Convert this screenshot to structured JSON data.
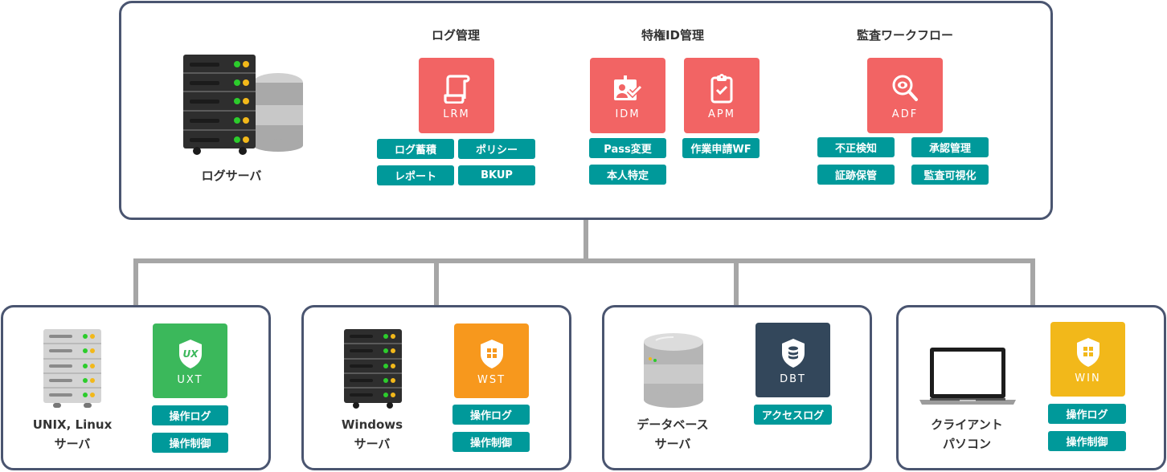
{
  "colors": {
    "border": "#4a5570",
    "connector": "#a6a6a6",
    "tag": "#00999a",
    "coral": "#f26464",
    "green": "#3bb85b",
    "orange": "#f7981d",
    "navy": "#33475b",
    "yellow": "#f2b81a"
  },
  "top": {
    "server_label": "ログサーバ",
    "groups": [
      {
        "title": "ログ管理",
        "products": [
          {
            "code": "LRM",
            "icon": "scroll-icon",
            "tags": [
              "ログ蓄積",
              "ポリシー",
              "レポート",
              "BKUP"
            ]
          }
        ]
      },
      {
        "title": "特権ID管理",
        "products": [
          {
            "code": "IDM",
            "icon": "id-card-check-icon",
            "tags": [
              "Pass変更",
              "本人特定"
            ]
          },
          {
            "code": "APM",
            "icon": "clipboard-check-icon",
            "tags": [
              "作業申請WF"
            ]
          }
        ]
      },
      {
        "title": "監査ワークフロー",
        "products": [
          {
            "code": "ADF",
            "icon": "magnifier-eye-icon",
            "tags": [
              "不正検知",
              "承認管理",
              "証跡保管",
              "監査可視化"
            ]
          }
        ]
      }
    ]
  },
  "bottom": [
    {
      "label_line1": "UNIX, Linux",
      "label_line2": "サーバ",
      "code": "UXT",
      "badge_text": "UX",
      "tags": [
        "操作ログ",
        "操作制御"
      ]
    },
    {
      "label_line1": "Windows",
      "label_line2": "サーバ",
      "code": "WST",
      "tags": [
        "操作ログ",
        "操作制御"
      ]
    },
    {
      "label_line1": "データベース",
      "label_line2": "サーバ",
      "code": "DBT",
      "tags": [
        "アクセスログ"
      ]
    },
    {
      "label_line1": "クライアント",
      "label_line2": "パソコン",
      "code": "WIN",
      "tags": [
        "操作ログ",
        "操作制御"
      ]
    }
  ]
}
